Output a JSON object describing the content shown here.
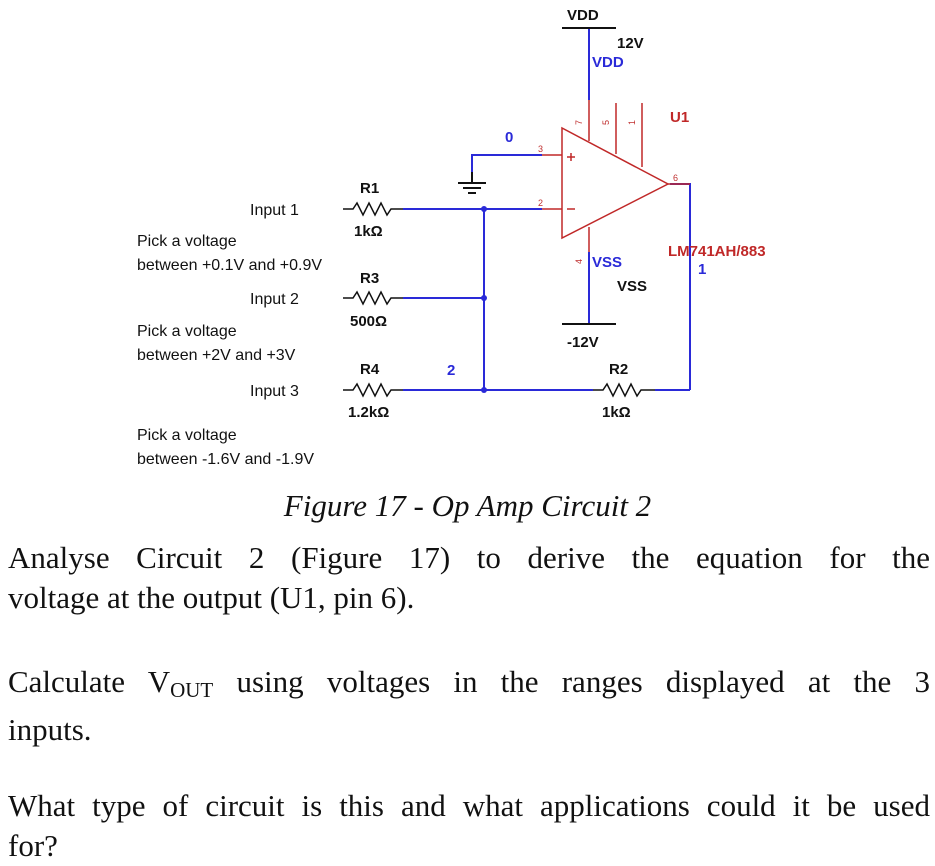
{
  "schematic": {
    "supply_top": {
      "label": "VDD",
      "voltage": "12V",
      "net": "VDD"
    },
    "supply_bottom": {
      "net": "VSS",
      "label": "VSS",
      "voltage": "-12V"
    },
    "opamp": {
      "ref": "U1",
      "part": "LM741AH/883",
      "pins": [
        "7",
        "5",
        "1",
        "3",
        "2",
        "4",
        "6"
      ],
      "output_net": "1"
    },
    "ground_net": "0",
    "junction_net": "2",
    "resistors": {
      "r1": {
        "ref": "R1",
        "value": "1kΩ"
      },
      "r3": {
        "ref": "R3",
        "value": "500Ω"
      },
      "r4": {
        "ref": "R4",
        "value": "1.2kΩ"
      },
      "r2": {
        "ref": "R2",
        "value": "1kΩ"
      }
    },
    "inputs": [
      {
        "label": "Input 1",
        "note_line1": "Pick a voltage",
        "note_line2": "between +0.1V and +0.9V"
      },
      {
        "label": "Input 2",
        "note_line1": "Pick a voltage",
        "note_line2": "between +2V and +3V"
      },
      {
        "label": "Input 3",
        "note_line1": "Pick a voltage",
        "note_line2": "between -1.6V and -1.9V"
      }
    ],
    "colors": {
      "wire": "#2a2ad8",
      "component": "#c02828",
      "text": "#111111"
    }
  },
  "caption": "Figure 17 - Op Amp Circuit 2",
  "question1": {
    "line1": "Analyse Circuit 2 (Figure 17) to derive the equation for the",
    "line2": "voltage at the output (U1, pin 6)."
  },
  "question2": {
    "pre": "Calculate V",
    "sub": "OUT",
    "line1_rest": " using voltages in the ranges displayed at the 3",
    "line2": "inputs."
  },
  "question3": {
    "line1": "What type of circuit is this and what applications could it be used",
    "line2": "for?"
  }
}
